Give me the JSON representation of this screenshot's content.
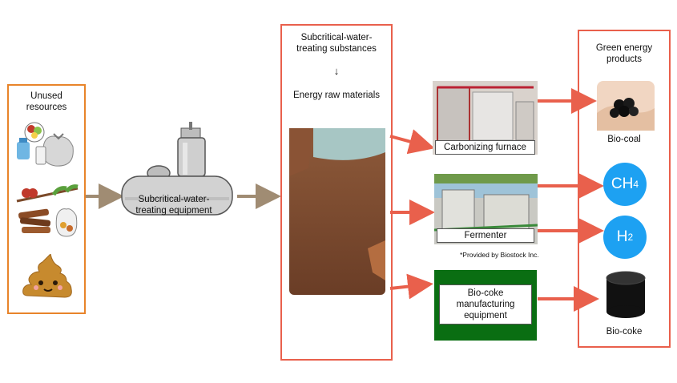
{
  "unused": {
    "title": "Unused resources",
    "icons": [
      "food-waste-icon",
      "pruned-branches-icon",
      "manure-icon"
    ]
  },
  "equipment": {
    "label": "Subcritical-water-treating equipment"
  },
  "middle": {
    "heading": "Subcritical-water-treating substances",
    "arrow": "↓",
    "subheading": "Energy raw materials"
  },
  "processes": [
    {
      "label": "Carbonizing furnace"
    },
    {
      "label": "Fermenter"
    },
    {
      "label": "Bio-coke manufacturing equipment"
    }
  ],
  "footnote": "*Provided by Biostock Inc.",
  "products": {
    "title": "Green energy products",
    "items": [
      {
        "label": "Bio-coal"
      },
      {
        "label": "CH",
        "sub": "4"
      },
      {
        "label": "H",
        "sub": "2"
      },
      {
        "label": "Bio-coke"
      }
    ]
  },
  "colors": {
    "orange_border": "#e8842a",
    "red_border": "#e9604c",
    "arrow_red": "#e9604c",
    "arrow_brown": "#a08c73",
    "gas_blue": "#1da1f2",
    "bio_coke_box": "#0a6e12"
  }
}
